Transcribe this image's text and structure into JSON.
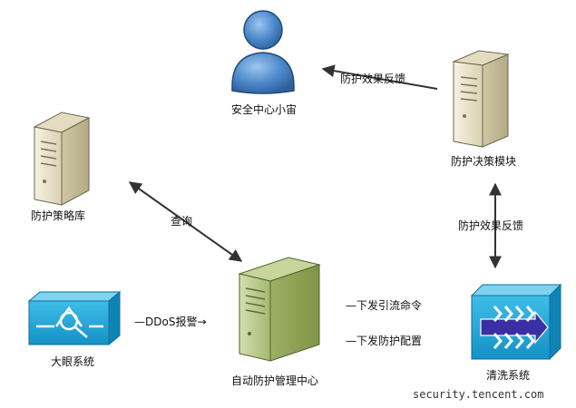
{
  "nodes": {
    "user": "安全中心小宙",
    "decision": "防护决策模块",
    "policy": "防护策略库",
    "manager": "自动防护管理中心",
    "eye": "大眼系统",
    "cleaning": "清洗系统"
  },
  "edges": {
    "feedback_top": "防护效果反馈",
    "feedback_side": "防护效果反馈",
    "query": "查询",
    "ddos": "—DDoS报警→",
    "cmd_divert": "—下发引流命令",
    "cmd_config": "—下发防护配置"
  },
  "watermark": "security.tencent.com",
  "colors": {
    "server_beige": "#ece6cf",
    "server_green": "#b9c98a",
    "user_blue": "#4a86c8",
    "device_cyan": "#21a6d8",
    "arrow": "#333333"
  }
}
